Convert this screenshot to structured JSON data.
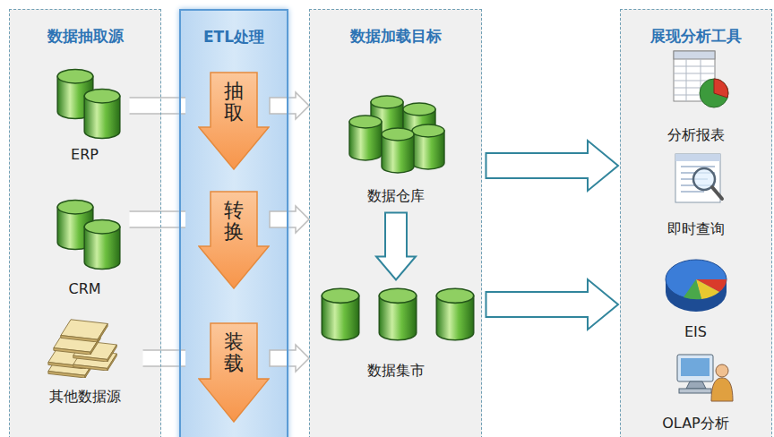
{
  "diagram": {
    "nodes": [
      {
        "text": [
          "数据抽取源"
        ]
      },
      {
        "text": [
          "ERP"
        ],
        "in": 0
      },
      {
        "text": [
          "CRM"
        ],
        "in": 0
      },
      {
        "text": [
          "其他数据源"
        ],
        "in": 0
      },
      {
        "text": [
          "ETL处理"
        ]
      },
      {
        "text": [
          "抽取"
        ],
        "in": 4
      },
      {
        "text": [
          "转换"
        ],
        "in": 4
      },
      {
        "text": [
          "装载"
        ],
        "in": 4
      },
      {
        "text": [
          "数据加载目标"
        ]
      },
      {
        "text": [
          "数据仓库"
        ],
        "in": 8
      },
      {
        "text": [
          "数据集市"
        ],
        "in": 8
      },
      {
        "text": [
          "展现分析工具"
        ]
      },
      {
        "text": [
          "分析报表"
        ],
        "in": 11
      },
      {
        "text": [
          "即时查询"
        ],
        "in": 11
      },
      {
        "text": [
          "EIS"
        ],
        "in": 11
      },
      {
        "text": [
          "OLAP分析"
        ],
        "in": 11
      }
    ],
    "edges": [
      {
        "from": 1,
        "to": 5,
        "arrow": "none"
      },
      {
        "from": 5,
        "to": 8,
        "arrow": "to"
      },
      {
        "from": 2,
        "to": 6,
        "arrow": "none"
      },
      {
        "from": 6,
        "to": 8,
        "arrow": "to"
      },
      {
        "from": 3,
        "to": 7,
        "arrow": "none"
      },
      {
        "from": 7,
        "to": 8,
        "arrow": "to"
      },
      {
        "from": 9,
        "to": 10,
        "arrow": "to"
      },
      {
        "from": 9,
        "to": 11,
        "arrow": "to"
      },
      {
        "from": 10,
        "to": 11,
        "arrow": "to"
      }
    ]
  }
}
